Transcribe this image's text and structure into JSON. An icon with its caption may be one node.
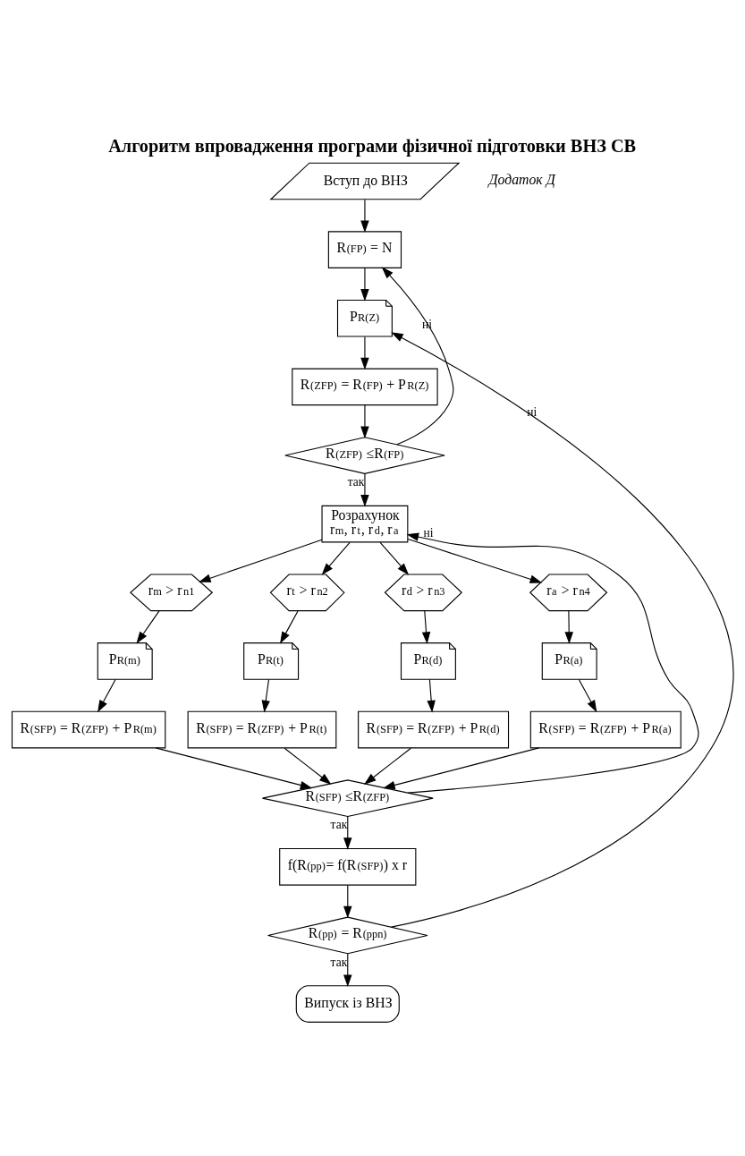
{
  "diagram": {
    "title": "Алгоритм впровадження програми фізичної підготовки ВНЗ СВ",
    "nodes": [
      {
        "text": [
          "Вступ до ВНЗ"
        ]
      },
      {
        "text": [
          "R$_{(FP)}$ = N"
        ]
      },
      {
        "text": [
          "P$_{R(Z)}$"
        ]
      },
      {
        "text": [
          "R$_{(ZFP)}$ = R$_{(FP)}$ + P$_{R(Z)}$"
        ]
      },
      {
        "text": [
          "R$_{(ZFP)}$ ≤R$_{(FP)}$"
        ]
      },
      {
        "text": [
          "Розрахунок",
          "r$_{m}$, r$_{t}$, r$_{d}$, r$_{a}$"
        ]
      },
      {
        "text": [
          "r$_{m}$ > r$_{n1}$"
        ]
      },
      {
        "text": [
          "r$_{t}$ > r$_{n2}$"
        ]
      },
      {
        "text": [
          "r$_{d}$ > r$_{n3}$"
        ]
      },
      {
        "text": [
          "r$_{a}$ > r$_{n4}$"
        ]
      },
      {
        "text": [
          "P$_{R(m)}$"
        ]
      },
      {
        "text": [
          "P$_{R(t)}$"
        ]
      },
      {
        "text": [
          "P$_{R(d)}$"
        ]
      },
      {
        "text": [
          "P$_{R(a)}$"
        ]
      },
      {
        "text": [
          "R$_{(SFP)}$ = R$_{(ZFP)}$ + P$_{R(m)}$"
        ]
      },
      {
        "text": [
          "R$_{(SFP)}$ = R$_{(ZFP)}$ + P$_{R(t)}$"
        ]
      },
      {
        "text": [
          "R$_{(SFP)}$ = R$_{(ZFP)}$ + P$_{R(d)}$"
        ]
      },
      {
        "text": [
          "R$_{(SFP)}$ = R$_{(ZFP)}$ + P$_{R(a)}$"
        ]
      },
      {
        "text": [
          "R$_{(SFP)}$ ≤R$_{(ZFP)}$"
        ]
      },
      {
        "text": [
          "f(R$_{(pp)}$= f(R$_{(SFP)}$) x r"
        ]
      },
      {
        "text": [
          "R$_{(pp)}$ = R$_{(ppn)}$"
        ]
      },
      {
        "text": [
          "Випуск із ВНЗ"
        ]
      }
    ],
    "edges": [
      {
        "from": 0,
        "to": 1,
        "arrow": "to"
      },
      {
        "from": 1,
        "to": 2,
        "arrow": "to"
      },
      {
        "from": 2,
        "to": 3,
        "arrow": "to"
      },
      {
        "from": 3,
        "to": 4,
        "arrow": "to"
      },
      {
        "from": 4,
        "to": 1,
        "arrow": "to",
        "label": "ні"
      },
      {
        "from": 4,
        "to": 5,
        "arrow": "to",
        "label": "так"
      },
      {
        "from": 5,
        "to": 6,
        "arrow": "to"
      },
      {
        "from": 5,
        "to": 7,
        "arrow": "to"
      },
      {
        "from": 5,
        "to": 8,
        "arrow": "to"
      },
      {
        "from": 5,
        "to": 9,
        "arrow": "to"
      },
      {
        "from": 6,
        "to": 10,
        "arrow": "to"
      },
      {
        "from": 7,
        "to": 11,
        "arrow": "to"
      },
      {
        "from": 8,
        "to": 12,
        "arrow": "to"
      },
      {
        "from": 9,
        "to": 13,
        "arrow": "to"
      },
      {
        "from": 10,
        "to": 14,
        "arrow": "to"
      },
      {
        "from": 11,
        "to": 15,
        "arrow": "to"
      },
      {
        "from": 12,
        "to": 16,
        "arrow": "to"
      },
      {
        "from": 13,
        "to": 17,
        "arrow": "to"
      },
      {
        "from": 14,
        "to": 18,
        "arrow": "to"
      },
      {
        "from": 15,
        "to": 18,
        "arrow": "to"
      },
      {
        "from": 16,
        "to": 18,
        "arrow": "to"
      },
      {
        "from": 17,
        "to": 18,
        "arrow": "to"
      },
      {
        "from": 18,
        "to": 5,
        "arrow": "to",
        "label": "ні"
      },
      {
        "from": 18,
        "to": 19,
        "arrow": "to",
        "label": "так"
      },
      {
        "from": 19,
        "to": 20,
        "arrow": "to"
      },
      {
        "from": 20,
        "to": 2,
        "arrow": "to",
        "label": "ні"
      },
      {
        "from": 20,
        "to": 21,
        "arrow": "to",
        "label": "так"
      }
    ],
    "labels": [
      "Додаток Д"
    ]
  }
}
